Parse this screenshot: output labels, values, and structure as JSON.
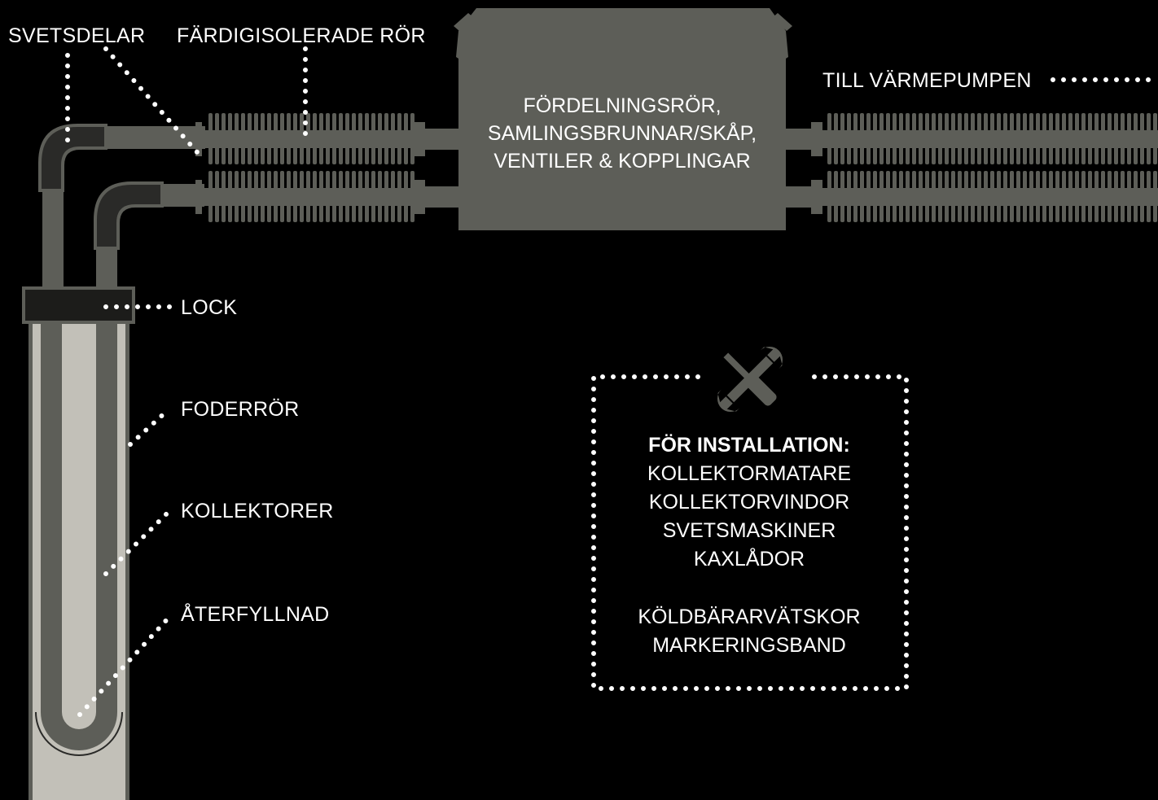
{
  "labels": {
    "welding_parts": "SVETSDELAR",
    "preinsulated_pipes": "FÄRDIGISOLERADE RÖR",
    "to_heat_pump": "TILL VÄRMEPUMPEN",
    "lid": "LOCK",
    "casing_pipe": "FODERRÖR",
    "collectors": "KOLLEKTORER",
    "backfill": "ÅTERFYLLNAD"
  },
  "distribution_box": {
    "lines": [
      "FÖRDELNINGSRÖR,",
      "SAMLINGSBRUNNAR/SKÅP,",
      "VENTILER & KOPPLINGAR"
    ]
  },
  "installation_box": {
    "icon": "tools-icon",
    "heading": "FÖR INSTALLATION:",
    "items": [
      "KOLLEKTORMATARE",
      "KOLLEKTORVINDOR",
      "SVETSMASKINER",
      "KAXLÅDOR"
    ],
    "items_2": [
      "KÖLDBÄRARVÄTSKOR",
      "MARKERINGSBAND"
    ]
  },
  "colors": {
    "background": "#000000",
    "pipe": "#5d5e58",
    "backfill": "#c2c0b8",
    "text": "#ffffff"
  }
}
